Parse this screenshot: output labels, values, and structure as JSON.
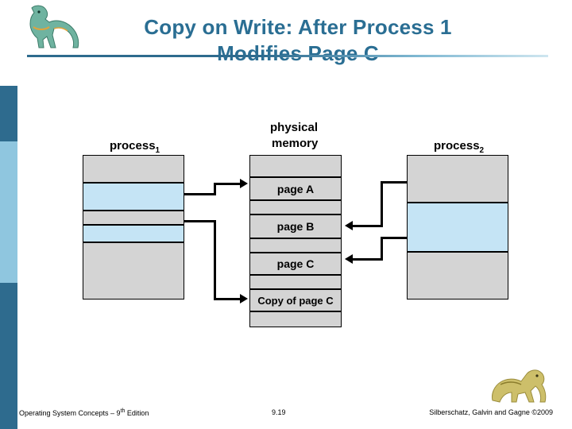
{
  "slide": {
    "title_line1": "Copy on Write: After Process 1",
    "title_line2": "Modifies Page C",
    "title_color": "#2a6e93"
  },
  "figure": {
    "labels": {
      "process1_name": "process",
      "process1_sub": "1",
      "physical_memory_line1": "physical",
      "physical_memory_line2": "memory",
      "process2_name": "process",
      "process2_sub": "2"
    },
    "process1_blocks": [
      {
        "fill": "gray",
        "label": ""
      },
      {
        "fill": "blue",
        "label": ""
      },
      {
        "fill": "gray",
        "label": ""
      },
      {
        "fill": "blue",
        "label": ""
      },
      {
        "fill": "gray",
        "label": ""
      }
    ],
    "memory_blocks": [
      {
        "label": "",
        "fill": "gray"
      },
      {
        "label": "page A",
        "fill": "gray"
      },
      {
        "label": "",
        "fill": "gray"
      },
      {
        "label": "page B",
        "fill": "gray"
      },
      {
        "label": "",
        "fill": "gray"
      },
      {
        "label": "page C",
        "fill": "gray"
      },
      {
        "label": "",
        "fill": "gray"
      },
      {
        "label": "Copy of page C",
        "fill": "gray"
      },
      {
        "label": "",
        "fill": "gray"
      }
    ],
    "process2_blocks": [
      {
        "fill": "gray",
        "label": ""
      },
      {
        "fill": "blue",
        "label": ""
      },
      {
        "fill": "gray",
        "label": ""
      }
    ]
  },
  "footer": {
    "left_text": "Operating System Concepts – 9",
    "left_sup": "th",
    "left_tail": " Edition",
    "center_text": "9.19",
    "right_text": "Silberschatz, Galvin and Gagne ©2009"
  },
  "icons": {
    "dino_top": "dinosaur-logo",
    "dino_bottom": "dinosaur-logo"
  }
}
